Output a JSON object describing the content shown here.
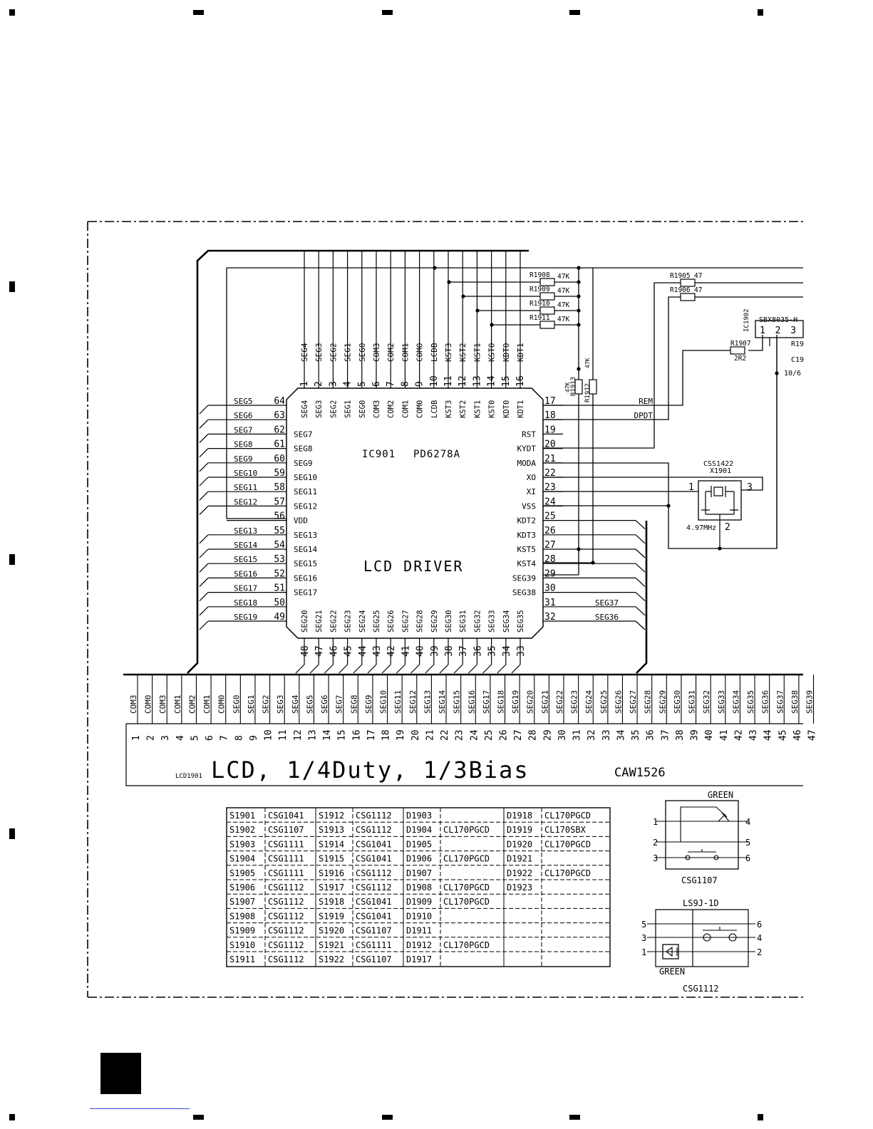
{
  "ic": {
    "ref": "IC901",
    "part": "PD6278A",
    "function": "LCD DRIVER",
    "top_pins": [
      {
        "num": "1",
        "name": "SEG4"
      },
      {
        "num": "2",
        "name": "SEG3"
      },
      {
        "num": "3",
        "name": "SEG2"
      },
      {
        "num": "4",
        "name": "SEG1"
      },
      {
        "num": "5",
        "name": "SEG0"
      },
      {
        "num": "6",
        "name": "COM3"
      },
      {
        "num": "7",
        "name": "COM2"
      },
      {
        "num": "8",
        "name": "COM1"
      },
      {
        "num": "9",
        "name": "COM0"
      },
      {
        "num": "10",
        "name": "LCDB"
      },
      {
        "num": "11",
        "name": "KST3"
      },
      {
        "num": "12",
        "name": "KST2"
      },
      {
        "num": "13",
        "name": "KST1"
      },
      {
        "num": "14",
        "name": "KST0"
      },
      {
        "num": "15",
        "name": "KDT0"
      },
      {
        "num": "16",
        "name": "KDT1"
      }
    ],
    "left_pins": [
      {
        "num": "64",
        "name": "",
        "net": "SEG5"
      },
      {
        "num": "63",
        "name": "",
        "net": "SEG6"
      },
      {
        "num": "62",
        "name": "SEG7",
        "net": "SEG7"
      },
      {
        "num": "61",
        "name": "SEG8",
        "net": "SEG8"
      },
      {
        "num": "60",
        "name": "SEG9",
        "net": "SEG9"
      },
      {
        "num": "59",
        "name": "SEG10",
        "net": "SEG10"
      },
      {
        "num": "58",
        "name": "SEG11",
        "net": "SEG11"
      },
      {
        "num": "57",
        "name": "SEG12",
        "net": "SEG12"
      },
      {
        "num": "56",
        "name": "VDD",
        "net": ""
      },
      {
        "num": "55",
        "name": "SEG13",
        "net": "SEG13"
      },
      {
        "num": "54",
        "name": "SEG14",
        "net": "SEG14"
      },
      {
        "num": "53",
        "name": "SEG15",
        "net": "SEG15"
      },
      {
        "num": "52",
        "name": "SEG16",
        "net": "SEG16"
      },
      {
        "num": "51",
        "name": "SEG17",
        "net": "SEG17"
      },
      {
        "num": "50",
        "name": "",
        "net": "SEG18"
      },
      {
        "num": "49",
        "name": "",
        "net": "SEG19"
      }
    ],
    "right_pins": [
      {
        "num": "17",
        "name": "",
        "net": "REM"
      },
      {
        "num": "18",
        "name": "",
        "net": "DPDT"
      },
      {
        "num": "19",
        "name": "RST",
        "net": ""
      },
      {
        "num": "20",
        "name": "KYDT",
        "net": ""
      },
      {
        "num": "21",
        "name": "MODA",
        "net": ""
      },
      {
        "num": "22",
        "name": "XO",
        "net": ""
      },
      {
        "num": "23",
        "name": "XI",
        "net": ""
      },
      {
        "num": "24",
        "name": "VSS",
        "net": ""
      },
      {
        "num": "25",
        "name": "KDT2",
        "net": ""
      },
      {
        "num": "26",
        "name": "KDT3",
        "net": ""
      },
      {
        "num": "27",
        "name": "KST5",
        "net": ""
      },
      {
        "num": "28",
        "name": "KST4",
        "net": ""
      },
      {
        "num": "29",
        "name": "SEG39",
        "net": ""
      },
      {
        "num": "30",
        "name": "SEG38",
        "net": ""
      },
      {
        "num": "31",
        "name": "",
        "net": "SEG37"
      },
      {
        "num": "32",
        "name": "",
        "net": "SEG36"
      }
    ],
    "bottom_pins": [
      {
        "num": "48",
        "name": "SEG20"
      },
      {
        "num": "47",
        "name": "SEG21"
      },
      {
        "num": "46",
        "name": "SEG22"
      },
      {
        "num": "45",
        "name": "SEG23"
      },
      {
        "num": "44",
        "name": "SEG24"
      },
      {
        "num": "43",
        "name": "SEG25"
      },
      {
        "num": "42",
        "name": "SEG26"
      },
      {
        "num": "41",
        "name": "SEG27"
      },
      {
        "num": "40",
        "name": "SEG28"
      },
      {
        "num": "39",
        "name": "SEG29"
      },
      {
        "num": "38",
        "name": "SEG30"
      },
      {
        "num": "37",
        "name": "SEG31"
      },
      {
        "num": "36",
        "name": "SEG32"
      },
      {
        "num": "35",
        "name": "SEG33"
      },
      {
        "num": "34",
        "name": "SEG34"
      },
      {
        "num": "33",
        "name": "SEG35"
      }
    ]
  },
  "resistors": {
    "r1908": "R1908",
    "r1909": "R1909",
    "r1910": "R1910",
    "r1911": "R1911",
    "val47k": "47K",
    "r1905": "R1905",
    "r1906": "R1906",
    "val47": "47",
    "r1907": "R1907",
    "val2r2": "2R2",
    "r1912": "R1912",
    "r1913": "R1913"
  },
  "receiver": {
    "ref": "IC1902",
    "part": "SBX8035-H",
    "pins": "1 2 3",
    "cap_partial": "C19",
    "cap_value_partial": "10/6",
    "res_partial": "R19"
  },
  "crystal": {
    "part": "CSS1422",
    "ref": "X1901",
    "freq": "4.97MHz",
    "p1": "1",
    "p2": "2",
    "p3": "3"
  },
  "lcd": {
    "ref": "LCD1901",
    "title": "LCD, 1/4Duty, 1/3Bias",
    "part": "CAW1526",
    "pins": [
      {
        "num": "1",
        "name": "COM3"
      },
      {
        "num": "2",
        "name": "COM0"
      },
      {
        "num": "3",
        "name": "COM3"
      },
      {
        "num": "4",
        "name": "COM1"
      },
      {
        "num": "5",
        "name": "COM2"
      },
      {
        "num": "6",
        "name": "COM1"
      },
      {
        "num": "7",
        "name": "COM0"
      },
      {
        "num": "8",
        "name": "SEG0"
      },
      {
        "num": "9",
        "name": "SEG1"
      },
      {
        "num": "10",
        "name": "SEG2"
      },
      {
        "num": "11",
        "name": "SEG3"
      },
      {
        "num": "12",
        "name": "SEG4"
      },
      {
        "num": "13",
        "name": "SEG5"
      },
      {
        "num": "14",
        "name": "SEG6"
      },
      {
        "num": "15",
        "name": "SEG7"
      },
      {
        "num": "16",
        "name": "SEG8"
      },
      {
        "num": "17",
        "name": "SEG9"
      },
      {
        "num": "18",
        "name": "SEG10"
      },
      {
        "num": "19",
        "name": "SEG11"
      },
      {
        "num": "20",
        "name": "SEG12"
      },
      {
        "num": "21",
        "name": "SEG13"
      },
      {
        "num": "22",
        "name": "SEG14"
      },
      {
        "num": "23",
        "name": "SEG15"
      },
      {
        "num": "24",
        "name": "SEG16"
      },
      {
        "num": "25",
        "name": "SEG17"
      },
      {
        "num": "26",
        "name": "SEG18"
      },
      {
        "num": "27",
        "name": "SEG19"
      },
      {
        "num": "28",
        "name": "SEG20"
      },
      {
        "num": "29",
        "name": "SEG21"
      },
      {
        "num": "30",
        "name": "SEG22"
      },
      {
        "num": "31",
        "name": "SEG23"
      },
      {
        "num": "32",
        "name": "SEG24"
      },
      {
        "num": "33",
        "name": "SEG25"
      },
      {
        "num": "34",
        "name": "SEG26"
      },
      {
        "num": "35",
        "name": "SEG27"
      },
      {
        "num": "36",
        "name": "SEG28"
      },
      {
        "num": "37",
        "name": "SEG29"
      },
      {
        "num": "38",
        "name": "SEG30"
      },
      {
        "num": "39",
        "name": "SEG31"
      },
      {
        "num": "40",
        "name": "SEG32"
      },
      {
        "num": "41",
        "name": "SEG33"
      },
      {
        "num": "42",
        "name": "SEG34"
      },
      {
        "num": "43",
        "name": "SEG35"
      },
      {
        "num": "44",
        "name": "SEG36"
      },
      {
        "num": "45",
        "name": "SEG37"
      },
      {
        "num": "46",
        "name": "SEG38"
      },
      {
        "num": "47",
        "name": "SEG39"
      }
    ]
  },
  "parts_table": [
    [
      "S1901",
      "CSG1041",
      "S1912",
      "CSG1112",
      "D1903",
      "",
      "D1918",
      "CL170PGCD"
    ],
    [
      "S1902",
      "CSG1107",
      "S1913",
      "CSG1112",
      "D1904",
      "CL170PGCD",
      "D1919",
      "CL170SBX"
    ],
    [
      "S1903",
      "CSG1111",
      "S1914",
      "CSG1041",
      "D1905",
      "",
      "D1920",
      "CL170PGCD"
    ],
    [
      "S1904",
      "CSG1111",
      "S1915",
      "CSG1041",
      "D1906",
      "CL170PGCD",
      "D1921",
      ""
    ],
    [
      "S1905",
      "CSG1111",
      "S1916",
      "CSG1112",
      "D1907",
      "",
      "D1922",
      "CL170PGCD"
    ],
    [
      "S1906",
      "CSG1112",
      "S1917",
      "CSG1112",
      "D1908",
      "CL170PGCD",
      "D1923",
      ""
    ],
    [
      "S1907",
      "CSG1112",
      "S1918",
      "CSG1041",
      "D1909",
      "CL170PGCD",
      "",
      ""
    ],
    [
      "S1908",
      "CSG1112",
      "S1919",
      "CSG1041",
      "D1910",
      "",
      "",
      ""
    ],
    [
      "S1909",
      "CSG1112",
      "S1920",
      "CSG1107",
      "D1911",
      "",
      "",
      ""
    ],
    [
      "S1910",
      "CSG1112",
      "S1921",
      "CSG1111",
      "D1912",
      "CL170PGCD",
      "",
      ""
    ],
    [
      "S1911",
      "CSG1112",
      "S1922",
      "CSG1107",
      "D1917",
      "",
      "",
      ""
    ]
  ],
  "switch1": {
    "color": "GREEN",
    "part": "CSG1107",
    "pins": [
      "1",
      "2",
      "3",
      "4",
      "5",
      "6"
    ]
  },
  "switch2": {
    "model": "LS9J-1D",
    "color": "GREEN",
    "part": "CSG1112",
    "pins": [
      "5",
      "3",
      "1",
      "6",
      "4",
      "2"
    ]
  }
}
